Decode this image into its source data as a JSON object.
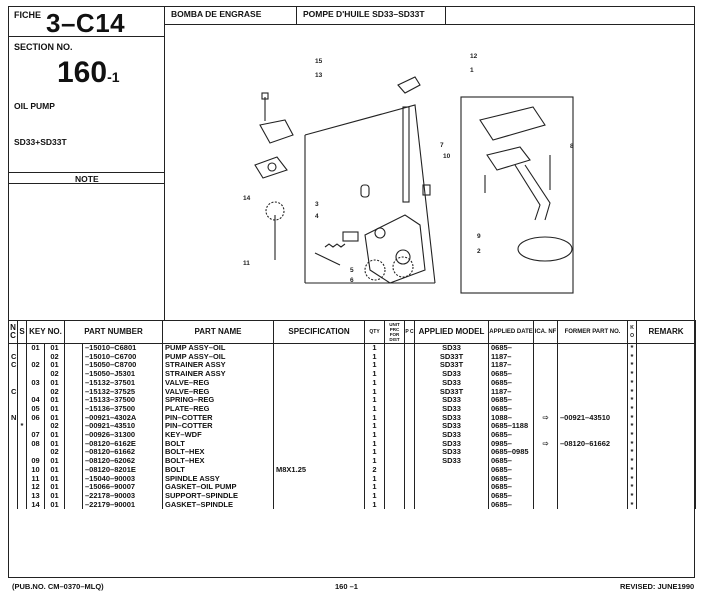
{
  "header": {
    "fiche_label": "FICHE",
    "fiche_value": "3–C14",
    "section_label": "SECTION NO.",
    "section_value": "160",
    "section_suffix": "-1",
    "part_group": "OIL PUMP",
    "model": "SD33+SD33T",
    "note_label": "NOTE",
    "spanish_title": "BOMBA DE ENGRASE",
    "french_title": "POMPE D'HUILE SD33–SD33T"
  },
  "diagram_callouts": [
    "1",
    "2",
    "3",
    "4",
    "5",
    "6",
    "7",
    "8",
    "9",
    "10",
    "11",
    "12",
    "13",
    "14",
    "15"
  ],
  "table": {
    "headers": {
      "ns": "N C",
      "s": "S",
      "key": "KEY NO.",
      "part_number": "PART NUMBER",
      "part_name": "PART NAME",
      "specification": "SPECIFICATION",
      "qty": "QTY",
      "unit_prc": "UNIT PRC FOR DIST",
      "pc": "P C",
      "applied_model": "APPLIED MODEL",
      "applied_date": "APPLIED DATE",
      "ica": "ICA. NF",
      "former": "FORMER PART NO.",
      "ko": "K O",
      "remark": "REMARK"
    },
    "rows": [
      {
        "n": "",
        "s": "",
        "key": "01",
        "sub": "01",
        "pn": "–15010–C6801",
        "name": "PUMP ASSY–OIL",
        "spec": "",
        "qty": "1",
        "model": "SD33",
        "date": "0685–",
        "ica": "",
        "former": "",
        "ko": "*"
      },
      {
        "n": "C",
        "s": "",
        "key": "",
        "sub": "02",
        "pn": "–15010–C6700",
        "name": "PUMP ASSY–OIL",
        "spec": "",
        "qty": "1",
        "model": "SD33T",
        "date": "1187–",
        "ica": "",
        "former": "",
        "ko": "*"
      },
      {
        "n": "C",
        "s": "",
        "key": "02",
        "sub": "01",
        "pn": "–15050–C8700",
        "name": "STRAINER ASSY",
        "spec": "",
        "qty": "1",
        "model": "SD33T",
        "date": "1187–",
        "ica": "",
        "former": "",
        "ko": "*"
      },
      {
        "n": "",
        "s": "",
        "key": "",
        "sub": "02",
        "pn": "–15050–J5301",
        "name": "STRAINER ASSY",
        "spec": "",
        "qty": "1",
        "model": "SD33",
        "date": "0685–",
        "ica": "",
        "former": "",
        "ko": "*"
      },
      {
        "n": "",
        "s": "",
        "key": "03",
        "sub": "01",
        "pn": "–15132–37501",
        "name": "VALVE–REG",
        "spec": "",
        "qty": "1",
        "model": "SD33",
        "date": "0685–",
        "ica": "",
        "former": "",
        "ko": "*"
      },
      {
        "n": "C",
        "s": "",
        "key": "",
        "sub": "02",
        "pn": "–15132–37525",
        "name": "VALVE–REG",
        "spec": "",
        "qty": "1",
        "model": "SD33T",
        "date": "1187–",
        "ica": "",
        "former": "",
        "ko": "*"
      },
      {
        "n": "",
        "s": "",
        "key": "04",
        "sub": "01",
        "pn": "–15133–37500",
        "name": "SPRING–REG",
        "spec": "",
        "qty": "1",
        "model": "SD33",
        "date": "0685–",
        "ica": "",
        "former": "",
        "ko": "*"
      },
      {
        "n": "",
        "s": "",
        "key": "05",
        "sub": "01",
        "pn": "–15136–37500",
        "name": "PLATE–REG",
        "spec": "",
        "qty": "1",
        "model": "SD33",
        "date": "0685–",
        "ica": "",
        "former": "",
        "ko": "*"
      },
      {
        "n": "N",
        "s": "",
        "key": "06",
        "sub": "01",
        "pn": "–00921–4302A",
        "name": "PIN–COTTER",
        "spec": "",
        "qty": "1",
        "model": "SD33",
        "date": "1088–",
        "ica": "⇨",
        "former": "–00921–43510",
        "ko": "*"
      },
      {
        "n": "",
        "s": "*",
        "key": "",
        "sub": "02",
        "pn": "–00921–43510",
        "name": "PIN–COTTER",
        "spec": "",
        "qty": "1",
        "model": "SD33",
        "date": "0685–1188",
        "ica": "",
        "former": "",
        "ko": "*"
      },
      {
        "n": "",
        "s": "",
        "key": "07",
        "sub": "01",
        "pn": "–00926–31300",
        "name": "KEY–WDF",
        "spec": "",
        "qty": "1",
        "model": "SD33",
        "date": "0685–",
        "ica": "",
        "former": "",
        "ko": "*"
      },
      {
        "n": "",
        "s": "",
        "key": "08",
        "sub": "01",
        "pn": "–08120–6162E",
        "name": "BOLT",
        "spec": "",
        "qty": "1",
        "model": "SD33",
        "date": "0985–",
        "ica": "⇨",
        "former": "–08120–61662",
        "ko": "*"
      },
      {
        "n": "",
        "s": "",
        "key": "",
        "sub": "02",
        "pn": "–08120–61662",
        "name": "BOLT–HEX",
        "spec": "",
        "qty": "1",
        "model": "SD33",
        "date": "0685–0985",
        "ica": "",
        "former": "",
        "ko": "*"
      },
      {
        "n": "",
        "s": "",
        "key": "09",
        "sub": "01",
        "pn": "–08120–62062",
        "name": "BOLT–HEX",
        "spec": "",
        "qty": "1",
        "model": "SD33",
        "date": "0685–",
        "ica": "",
        "former": "",
        "ko": "*"
      },
      {
        "n": "",
        "s": "",
        "key": "10",
        "sub": "01",
        "pn": "–08120–8201E",
        "name": "BOLT",
        "spec": "M8X1.25",
        "qty": "2",
        "model": "",
        "date": "0685–",
        "ica": "",
        "former": "",
        "ko": "*"
      },
      {
        "n": "",
        "s": "",
        "key": "11",
        "sub": "01",
        "pn": "–15040–90003",
        "name": "SPINDLE ASSY",
        "spec": "",
        "qty": "1",
        "model": "",
        "date": "0685–",
        "ica": "",
        "former": "",
        "ko": "*"
      },
      {
        "n": "",
        "s": "",
        "key": "12",
        "sub": "01",
        "pn": "–15066–90007",
        "name": "GASKET–OIL PUMP",
        "spec": "",
        "qty": "1",
        "model": "",
        "date": "0685–",
        "ica": "",
        "former": "",
        "ko": "*"
      },
      {
        "n": "",
        "s": "",
        "key": "13",
        "sub": "01",
        "pn": "–22178–90003",
        "name": "SUPPORT–SPINDLE",
        "spec": "",
        "qty": "1",
        "model": "",
        "date": "0685–",
        "ica": "",
        "former": "",
        "ko": "*"
      },
      {
        "n": "",
        "s": "",
        "key": "14",
        "sub": "01",
        "pn": "–22179–90001",
        "name": "GASKET–SPINDLE",
        "spec": "",
        "qty": "1",
        "model": "",
        "date": "0685–",
        "ica": "",
        "former": "",
        "ko": "*"
      }
    ]
  },
  "footer": {
    "pub_no": "(PUB.NO. CM–0370–MLQ)",
    "page": "160 –1",
    "revised": "REVISED: JUNE1990"
  }
}
